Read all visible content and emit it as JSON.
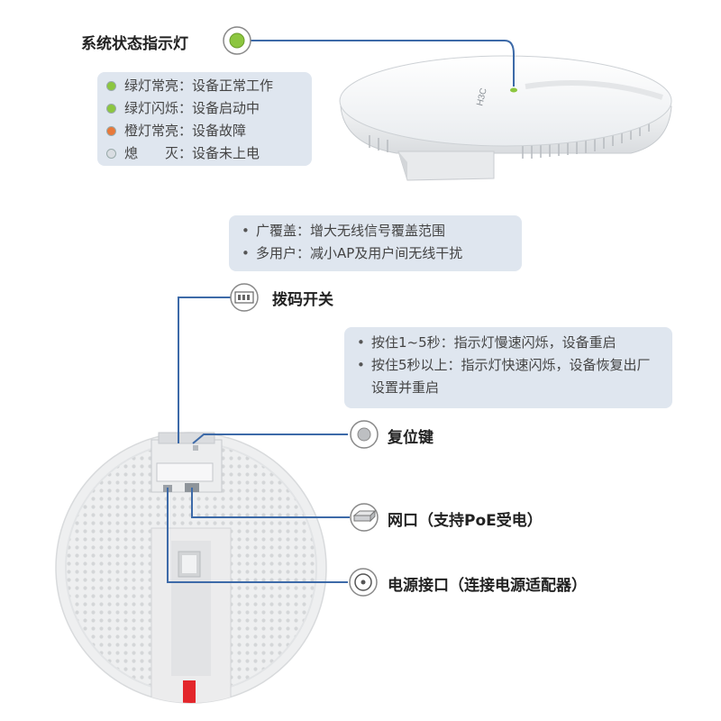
{
  "status_led": {
    "title": "系统状态指示灯",
    "items": [
      {
        "color": "#8cc63f",
        "text": "绿灯常亮：设备正常工作"
      },
      {
        "color": "#8cc63f",
        "text": "绿灯闪烁：设备启动中"
      },
      {
        "color": "#e8793a",
        "text": "橙灯常亮：设备故障"
      },
      {
        "color": "#d9dde2",
        "text": "熄　　灭：设备未上电"
      }
    ]
  },
  "features": [
    "广覆盖：增大无线信号覆盖范围",
    "多用户：减小AP及用户间无线干扰"
  ],
  "dip_switch": {
    "title": "拨码开关"
  },
  "reset": {
    "title": "复位键",
    "items": [
      "按住1~5秒：指示灯慢速闪烁，设备重启",
      "按住5秒以上：指示灯快速闪烁，设备恢复出厂设置并重启"
    ]
  },
  "ethernet": {
    "title": "网口（支持PoE受电）"
  },
  "power": {
    "title": "电源接口（连接电源适配器）"
  },
  "device": {
    "logo": "H3C"
  },
  "colors": {
    "line": "#3d6aa8",
    "box": "#dfe6ef",
    "led": "#8cc63f",
    "led_orange": "#e8793a",
    "red_strip": "#e3262b"
  }
}
